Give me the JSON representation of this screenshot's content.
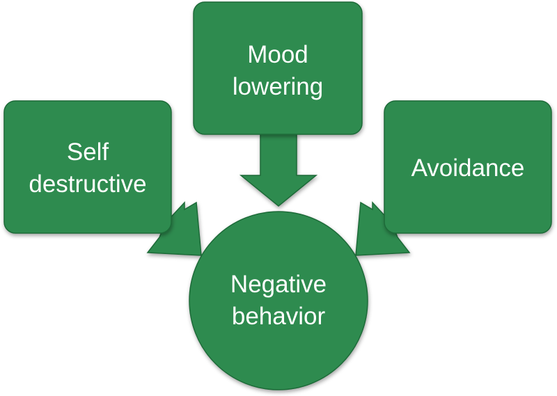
{
  "diagram": {
    "colors": {
      "fill": "#2e8b4f",
      "stroke": "#1f6a38",
      "text": "#ffffff",
      "background": "#ffffff"
    },
    "nodes": {
      "self_destructive": {
        "line1": "Self",
        "line2": "destructive"
      },
      "mood_lowering": {
        "line1": "Mood",
        "line2": "lowering"
      },
      "avoidance": {
        "line1": "Avoidance"
      },
      "negative_behavior": {
        "line1": "Negative",
        "line2": "behavior"
      }
    }
  }
}
